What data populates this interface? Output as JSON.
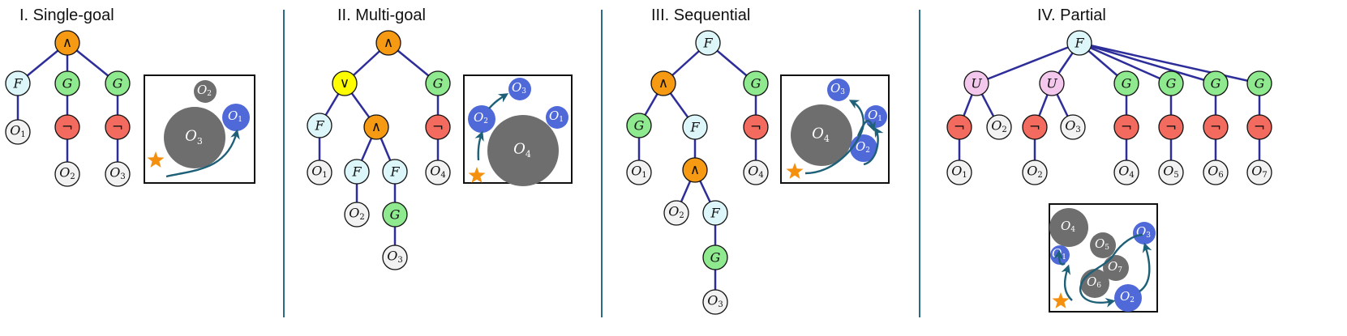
{
  "panels": [
    {
      "title": "I. Single-goal"
    },
    {
      "title": "II. Multi-goal"
    },
    {
      "title": "III. Sequential"
    },
    {
      "title": "IV. Partial"
    }
  ],
  "colors": {
    "and": "#f59a12",
    "or": "#ffff00",
    "finally": "#dcf6fa",
    "globally": "#8fe98f",
    "not": "#f26b5e",
    "until": "#f4c8ec",
    "prop": "#f2f2f2",
    "edge": "#2e2e9a",
    "goal_obj": "#4f69d8",
    "obstacle": "#6e6e6e",
    "trajectory": "#1e6078",
    "start": "#f5900f",
    "divider": "#2c6b85"
  },
  "trees": [
    {
      "nodes": [
        {
          "id": "a",
          "op": "and",
          "label": "∧"
        },
        {
          "id": "b",
          "op": "finally",
          "label": "F"
        },
        {
          "id": "c",
          "op": "globally",
          "label": "G"
        },
        {
          "id": "d",
          "op": "globally",
          "label": "G"
        },
        {
          "id": "e",
          "op": "prop",
          "label": "O",
          "sub": "1"
        },
        {
          "id": "f",
          "op": "not",
          "label": "¬"
        },
        {
          "id": "g",
          "op": "not",
          "label": "¬"
        },
        {
          "id": "h",
          "op": "prop",
          "label": "O",
          "sub": "2"
        },
        {
          "id": "i",
          "op": "prop",
          "label": "O",
          "sub": "3"
        }
      ],
      "edges": [
        [
          "a",
          "b"
        ],
        [
          "a",
          "c"
        ],
        [
          "a",
          "d"
        ],
        [
          "b",
          "e"
        ],
        [
          "c",
          "f"
        ],
        [
          "d",
          "g"
        ],
        [
          "f",
          "h"
        ],
        [
          "g",
          "i"
        ]
      ]
    },
    {
      "nodes": [
        {
          "id": "a",
          "op": "and",
          "label": "∧"
        },
        {
          "id": "b",
          "op": "or",
          "label": "∨"
        },
        {
          "id": "c",
          "op": "globally",
          "label": "G"
        },
        {
          "id": "d",
          "op": "finally",
          "label": "F"
        },
        {
          "id": "e",
          "op": "and",
          "label": "∧"
        },
        {
          "id": "f",
          "op": "not",
          "label": "¬"
        },
        {
          "id": "g",
          "op": "prop",
          "label": "O",
          "sub": "1"
        },
        {
          "id": "h",
          "op": "finally",
          "label": "F"
        },
        {
          "id": "i",
          "op": "finally",
          "label": "F"
        },
        {
          "id": "j",
          "op": "prop",
          "label": "O",
          "sub": "4"
        },
        {
          "id": "k",
          "op": "prop",
          "label": "O",
          "sub": "2"
        },
        {
          "id": "l",
          "op": "globally",
          "label": "G"
        },
        {
          "id": "m",
          "op": "prop",
          "label": "O",
          "sub": "3"
        }
      ],
      "edges": [
        [
          "a",
          "b"
        ],
        [
          "a",
          "c"
        ],
        [
          "b",
          "d"
        ],
        [
          "b",
          "e"
        ],
        [
          "c",
          "f"
        ],
        [
          "d",
          "g"
        ],
        [
          "e",
          "h"
        ],
        [
          "e",
          "i"
        ],
        [
          "f",
          "j"
        ],
        [
          "h",
          "k"
        ],
        [
          "i",
          "l"
        ],
        [
          "l",
          "m"
        ]
      ]
    },
    {
      "nodes": [
        {
          "id": "a",
          "op": "finally",
          "label": "F"
        },
        {
          "id": "b",
          "op": "and",
          "label": "∧"
        },
        {
          "id": "c",
          "op": "globally",
          "label": "G"
        },
        {
          "id": "d",
          "op": "globally",
          "label": "G"
        },
        {
          "id": "e",
          "op": "finally",
          "label": "F"
        },
        {
          "id": "f",
          "op": "not",
          "label": "¬"
        },
        {
          "id": "g",
          "op": "prop",
          "label": "O",
          "sub": "1"
        },
        {
          "id": "h",
          "op": "and",
          "label": "∧"
        },
        {
          "id": "i",
          "op": "prop",
          "label": "O",
          "sub": "4"
        },
        {
          "id": "j",
          "op": "prop",
          "label": "O",
          "sub": "2"
        },
        {
          "id": "k",
          "op": "finally",
          "label": "F"
        },
        {
          "id": "l",
          "op": "globally",
          "label": "G"
        },
        {
          "id": "m",
          "op": "prop",
          "label": "O",
          "sub": "3"
        }
      ],
      "edges": [
        [
          "a",
          "b"
        ],
        [
          "a",
          "c"
        ],
        [
          "b",
          "d"
        ],
        [
          "b",
          "e"
        ],
        [
          "c",
          "f"
        ],
        [
          "d",
          "g"
        ],
        [
          "e",
          "h"
        ],
        [
          "f",
          "i"
        ],
        [
          "h",
          "j"
        ],
        [
          "h",
          "k"
        ],
        [
          "k",
          "l"
        ],
        [
          "l",
          "m"
        ]
      ]
    },
    {
      "nodes": [
        {
          "id": "a",
          "op": "finally",
          "label": "F"
        },
        {
          "id": "b",
          "op": "until",
          "label": "U"
        },
        {
          "id": "c",
          "op": "until",
          "label": "U"
        },
        {
          "id": "d",
          "op": "globally",
          "label": "G"
        },
        {
          "id": "e",
          "op": "globally",
          "label": "G"
        },
        {
          "id": "f",
          "op": "globally",
          "label": "G"
        },
        {
          "id": "g",
          "op": "globally",
          "label": "G"
        },
        {
          "id": "h",
          "op": "not",
          "label": "¬"
        },
        {
          "id": "i",
          "op": "prop",
          "label": "O",
          "sub": "2"
        },
        {
          "id": "j",
          "op": "not",
          "label": "¬"
        },
        {
          "id": "k",
          "op": "prop",
          "label": "O",
          "sub": "3"
        },
        {
          "id": "l",
          "op": "not",
          "label": "¬"
        },
        {
          "id": "m",
          "op": "not",
          "label": "¬"
        },
        {
          "id": "n",
          "op": "not",
          "label": "¬"
        },
        {
          "id": "o",
          "op": "not",
          "label": "¬"
        },
        {
          "id": "p",
          "op": "prop",
          "label": "O",
          "sub": "1"
        },
        {
          "id": "q",
          "op": "prop",
          "label": "O",
          "sub": "2"
        },
        {
          "id": "r",
          "op": "prop",
          "label": "O",
          "sub": "4"
        },
        {
          "id": "s",
          "op": "prop",
          "label": "O",
          "sub": "5"
        },
        {
          "id": "t",
          "op": "prop",
          "label": "O",
          "sub": "6"
        },
        {
          "id": "u",
          "op": "prop",
          "label": "O",
          "sub": "7"
        }
      ],
      "edges": [
        [
          "a",
          "b"
        ],
        [
          "a",
          "c"
        ],
        [
          "a",
          "d"
        ],
        [
          "a",
          "e"
        ],
        [
          "a",
          "f"
        ],
        [
          "a",
          "g"
        ],
        [
          "b",
          "h"
        ],
        [
          "b",
          "i"
        ],
        [
          "c",
          "j"
        ],
        [
          "c",
          "k"
        ],
        [
          "d",
          "l"
        ],
        [
          "e",
          "m"
        ],
        [
          "f",
          "n"
        ],
        [
          "g",
          "o"
        ],
        [
          "h",
          "p"
        ],
        [
          "j",
          "q"
        ],
        [
          "l",
          "r"
        ],
        [
          "m",
          "s"
        ],
        [
          "n",
          "t"
        ],
        [
          "o",
          "u"
        ]
      ]
    }
  ],
  "scenes": [
    {
      "objects": [
        {
          "kind": "obstacle",
          "label": "O",
          "sub": "2"
        },
        {
          "kind": "goal",
          "label": "O",
          "sub": "1"
        },
        {
          "kind": "obstacle",
          "label": "O",
          "sub": "3"
        }
      ]
    },
    {
      "objects": [
        {
          "kind": "goal",
          "label": "O",
          "sub": "3"
        },
        {
          "kind": "goal",
          "label": "O",
          "sub": "2"
        },
        {
          "kind": "goal",
          "label": "O",
          "sub": "1"
        },
        {
          "kind": "obstacle",
          "label": "O",
          "sub": "4"
        }
      ]
    },
    {
      "objects": [
        {
          "kind": "goal",
          "label": "O",
          "sub": "3"
        },
        {
          "kind": "obstacle",
          "label": "O",
          "sub": "4"
        },
        {
          "kind": "goal",
          "label": "O",
          "sub": "1"
        },
        {
          "kind": "goal",
          "label": "O",
          "sub": "2"
        }
      ]
    },
    {
      "objects": [
        {
          "kind": "obstacle",
          "label": "O",
          "sub": "4"
        },
        {
          "kind": "obstacle",
          "label": "O",
          "sub": "5"
        },
        {
          "kind": "goal",
          "label": "O",
          "sub": "3"
        },
        {
          "kind": "goal",
          "label": "O",
          "sub": "1"
        },
        {
          "kind": "obstacle",
          "label": "O",
          "sub": "7"
        },
        {
          "kind": "obstacle",
          "label": "O",
          "sub": "6"
        },
        {
          "kind": "goal",
          "label": "O",
          "sub": "2"
        }
      ]
    }
  ]
}
